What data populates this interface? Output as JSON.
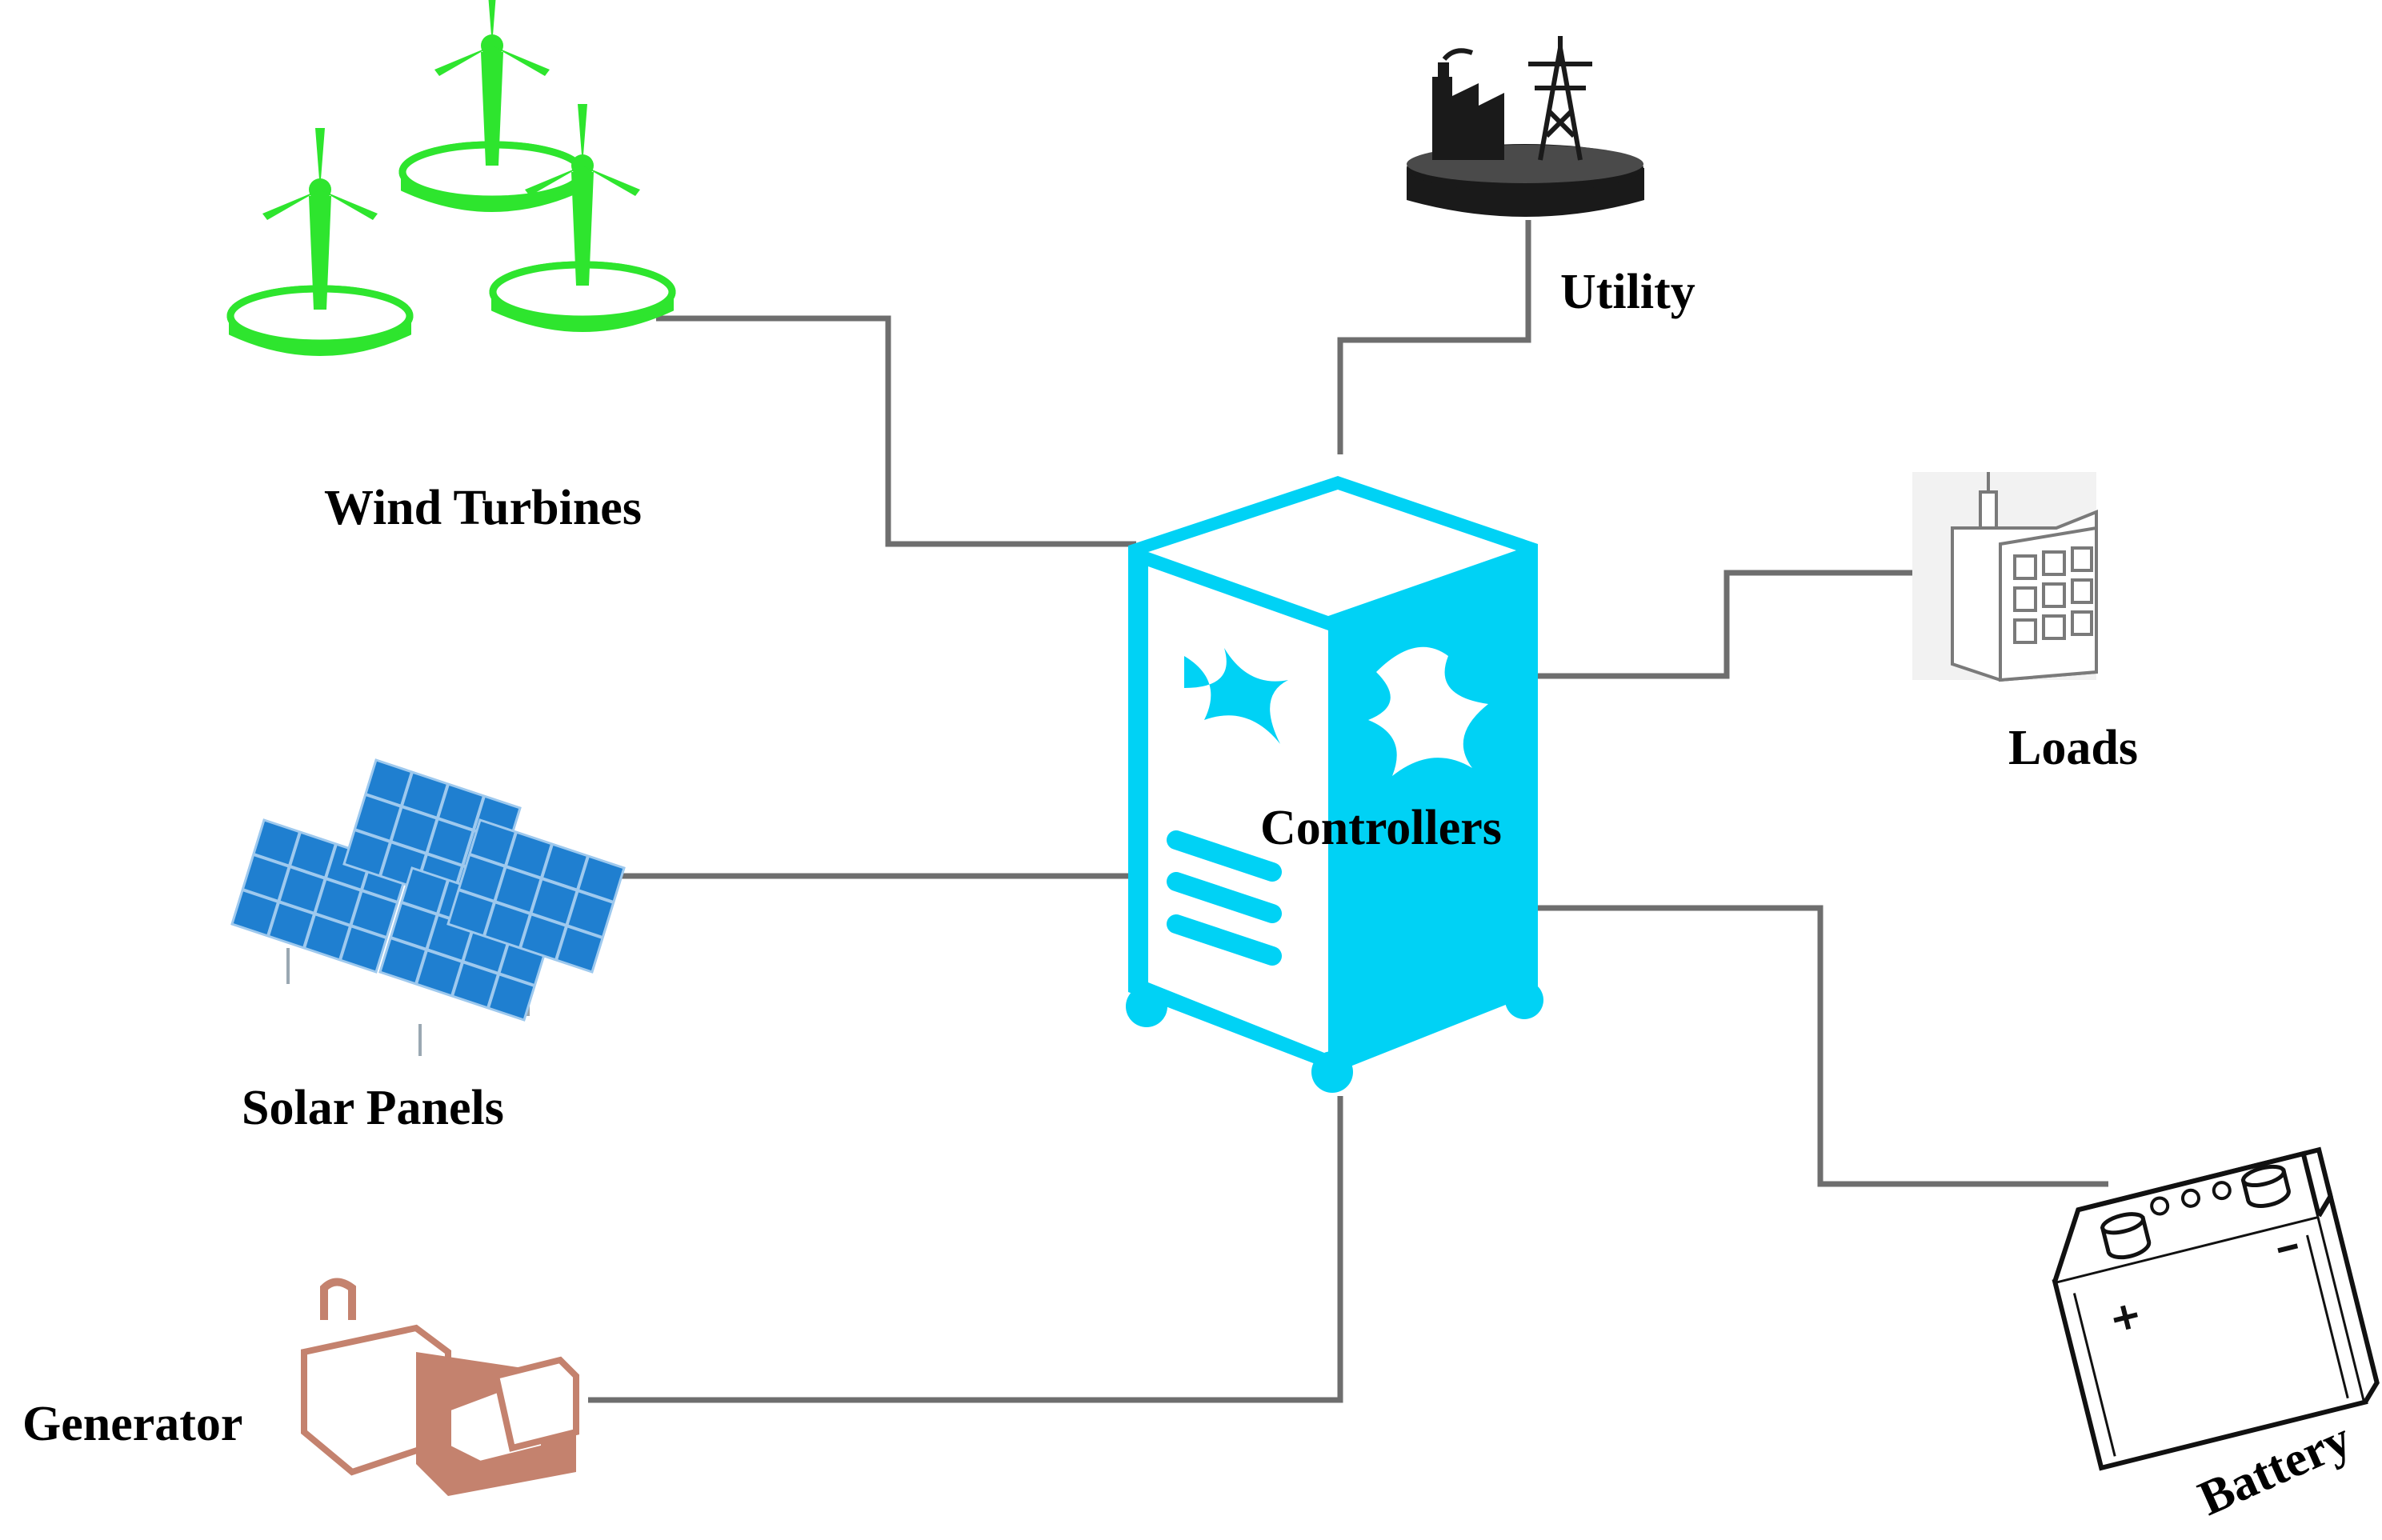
{
  "labels": {
    "wind_turbines": "Wind Turbines",
    "utility": "Utility",
    "loads": "Loads",
    "controllers": "Controllers",
    "solar_panels": "Solar Panels",
    "generator": "Generator",
    "battery": "Battery"
  },
  "colors": {
    "wind": "#2ee52e",
    "controller": "#00d2f5",
    "solar": "#1f7fd0",
    "generator": "#c4826e",
    "utility": "#1a1a1a",
    "wire": "#6e6e6e"
  },
  "icons": {
    "wind": "wind-turbine-icon",
    "utility": "power-plant-icon",
    "loads": "building-icon",
    "controller": "controller-cabinet-icon",
    "solar": "solar-panel-icon",
    "generator": "generator-icon",
    "battery": "battery-icon"
  }
}
